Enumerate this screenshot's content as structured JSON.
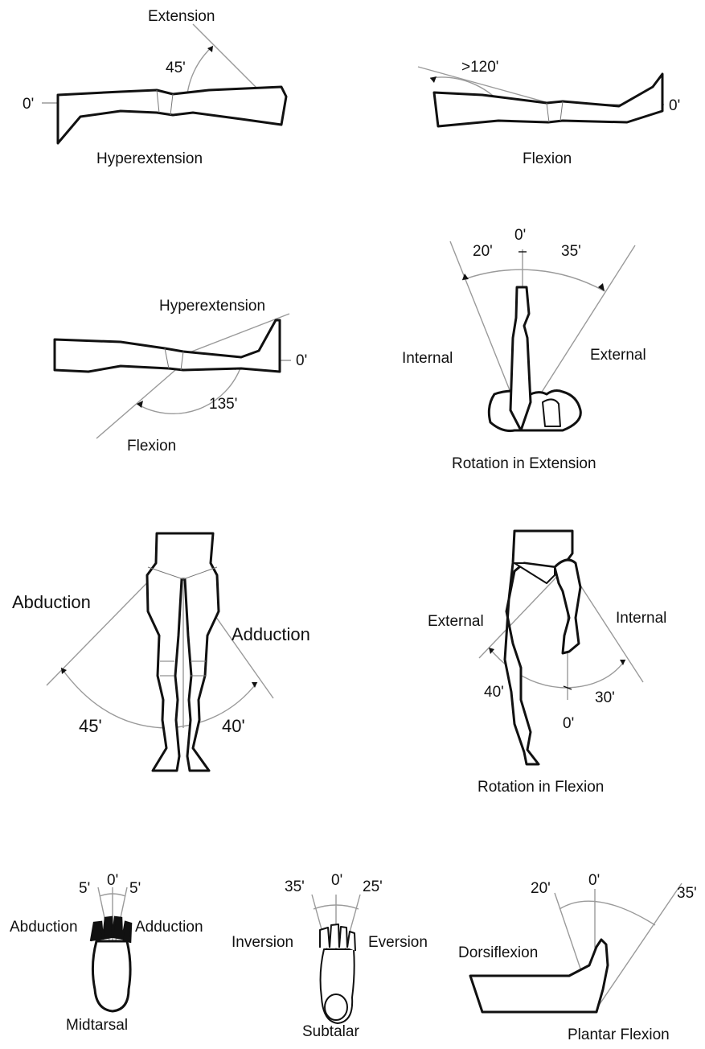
{
  "knee_hyperextension": {
    "motion_label": "Hyperextension",
    "direction_label": "Extension",
    "angle": "45'",
    "zero": "0'"
  },
  "knee_flexion_lying": {
    "motion_label": "Flexion",
    "angle": ">120'",
    "zero": "0'"
  },
  "knee_flexion_hyperextension": {
    "hyperextension_label": "Hyperextension",
    "flexion_label": "Flexion",
    "angle": "135'",
    "zero": "0'"
  },
  "rotation_in_extension": {
    "title": "Rotation in Extension",
    "internal_label": "Internal",
    "external_label": "External",
    "zero": "0'",
    "internal_angle": "20'",
    "external_angle": "35'"
  },
  "hip_abduction_adduction": {
    "abduction_label": "Abduction",
    "adduction_label": "Adduction",
    "abduction_angle": "45'",
    "adduction_angle": "40'"
  },
  "rotation_in_flexion": {
    "title": "Rotation in Flexion",
    "external_label": "External",
    "internal_label": "Internal",
    "external_angle": "40'",
    "internal_angle": "30'",
    "zero": "0'"
  },
  "midtarsal": {
    "title": "Midtarsal",
    "abduction_label": "Abduction",
    "adduction_label": "Adduction",
    "left_angle": "5'",
    "zero": "0'",
    "right_angle": "5'"
  },
  "subtalar": {
    "title": "Subtalar",
    "inversion_label": "Inversion",
    "eversion_label": "Eversion",
    "inversion_angle": "35'",
    "zero": "0'",
    "eversion_angle": "25'"
  },
  "ankle": {
    "dorsiflexion_label": "Dorsiflexion",
    "plantar_flexion_label": "Plantar Flexion",
    "dorsi_angle": "20'",
    "zero": "0'",
    "plantar_angle": "35'"
  }
}
